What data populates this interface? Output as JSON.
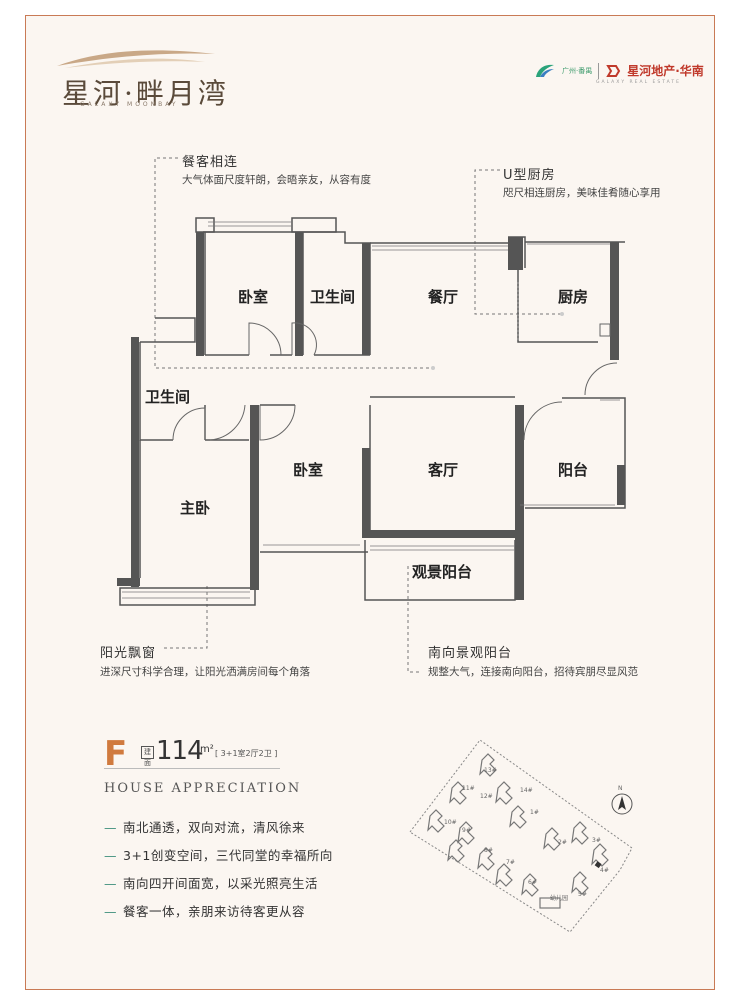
{
  "header": {
    "project_name": "星河·畔月湾",
    "project_name_en": "GALAXY MOONBAY",
    "developer_small": "广州·番禺",
    "developer_name": "星河地产·华南",
    "developer_en": "GALAXY REAL ESTATE"
  },
  "callouts": {
    "dining_living": {
      "title": "餐客相连",
      "desc": "大气体面尺度轩朗，会晤亲友，从容有度"
    },
    "kitchen": {
      "title": "U型厨房",
      "desc": "咫尺相连厨房，美味佳肴随心享用"
    },
    "bay_window": {
      "title": "阳光飘窗",
      "desc": "进深尺寸科学合理，让阳光洒满房间每个角落"
    },
    "south_balcony": {
      "title": "南向景观阳台",
      "desc": "规整大气，连接南向阳台，招待宾朋尽显风范"
    }
  },
  "rooms": {
    "bedroom_top": "卧室",
    "bathroom_top": "卫生间",
    "dining": "餐厅",
    "kitchen": "厨房",
    "bathroom_left": "卫生间",
    "master_bedroom": "主卧",
    "bedroom_middle": "卧室",
    "living": "客厅",
    "balcony": "阳台",
    "view_balcony": "观景阳台"
  },
  "unit": {
    "type": "F",
    "area_label": "建面",
    "area": "114",
    "area_unit": "m²",
    "layout": "[ 3+1室2厅2卫 ]"
  },
  "appreciation_title": "HOUSE APPRECIATION",
  "features": [
    "南北通透，双向对流，清风徐来",
    "3+1创变空间，三代同堂的幸福所向",
    "南向四开间面宽，以采光照亮生活",
    "餐客一体，亲朋来访待客更从容"
  ],
  "site_plan": {
    "north": "N",
    "kindergarten": "幼儿园",
    "buildings": [
      "1#",
      "2#",
      "3#",
      "4#",
      "5#",
      "6#",
      "7#",
      "8#",
      "9#",
      "10#",
      "11#",
      "12#",
      "13#",
      "14#"
    ]
  },
  "colors": {
    "accent": "#d07a3e",
    "frame": "#c97a55",
    "feature_dash": "#3d8f7c",
    "developer": "#c0392b"
  }
}
